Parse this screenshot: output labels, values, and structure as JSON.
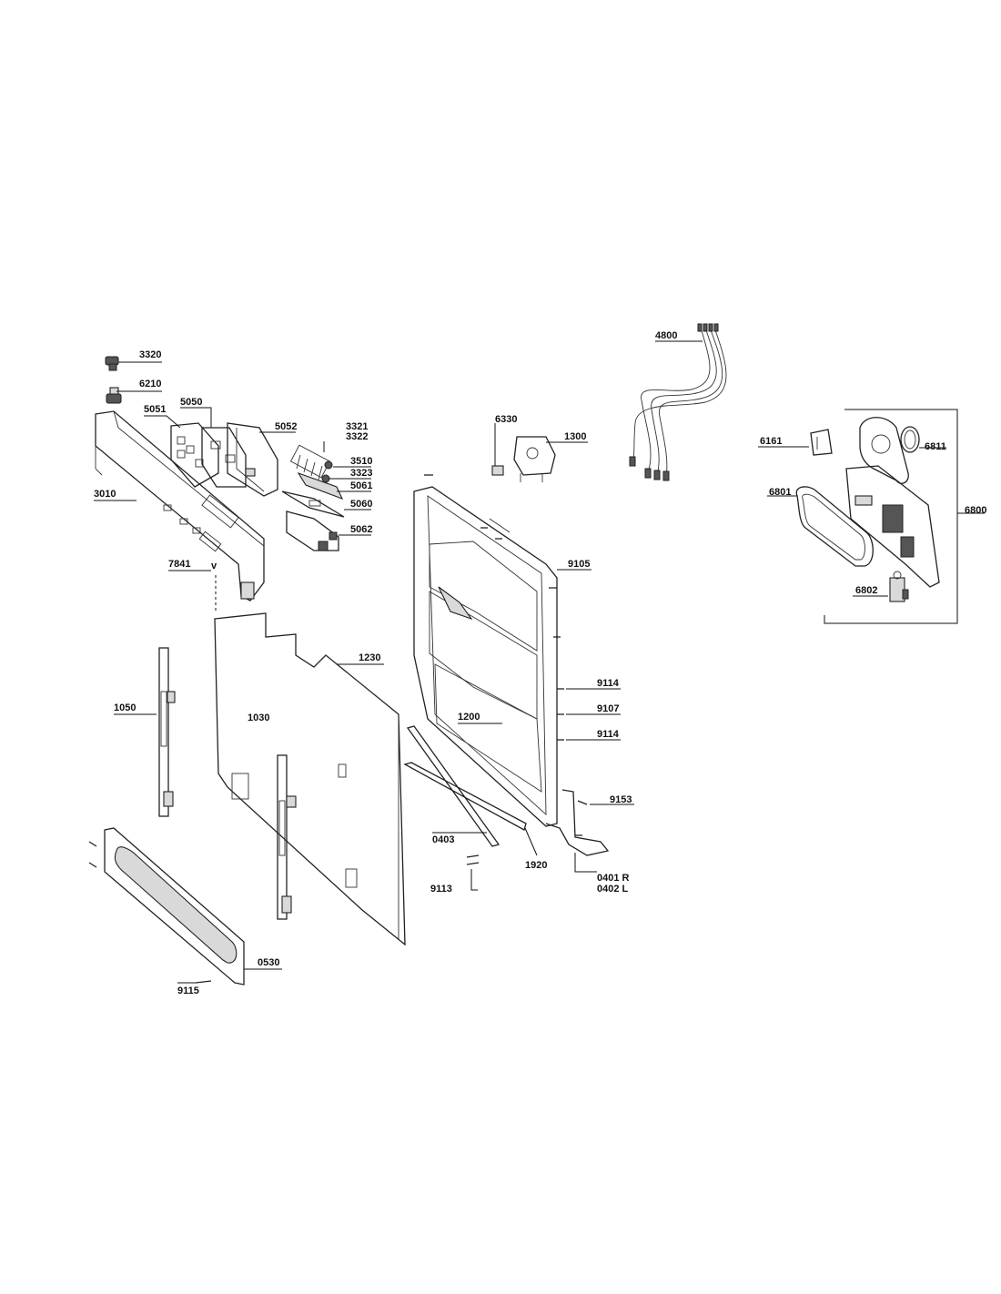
{
  "diagram": {
    "labels": {
      "p3320": "3320",
      "p6210": "6210",
      "p5051": "5051",
      "p5050": "5050",
      "p5052": "5052",
      "p3321": "3321",
      "p3322": "3322",
      "p3510": "3510",
      "p3323": "3323",
      "p5061": "5061",
      "p5060": "5060",
      "p5062": "5062",
      "p3010": "3010",
      "p7841": "7841",
      "p7841v": "v",
      "p1230": "1230",
      "p1030": "1030",
      "p1050": "1050",
      "p0530": "0530",
      "p9115": "9115",
      "p6330": "6330",
      "p1300": "1300",
      "p4800": "4800",
      "p9105": "9105",
      "p9114a": "9114",
      "p9107": "9107",
      "p9114b": "9114",
      "p1200": "1200",
      "p9153": "9153",
      "p0403": "0403",
      "p1920": "1920",
      "p9113": "9113",
      "p0401": "0401 R",
      "p0402": "0402 L",
      "p6161": "6161",
      "p6811": "6811",
      "p6801": "6801",
      "p6800": "6800",
      "p6802": "6802"
    }
  }
}
